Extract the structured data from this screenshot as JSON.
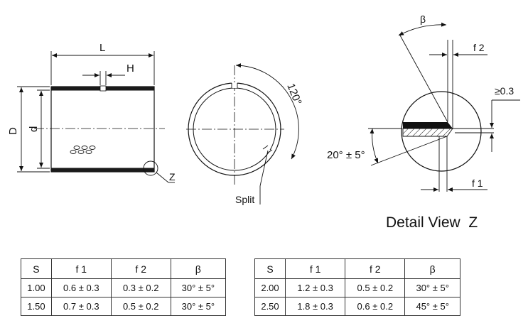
{
  "labels": {
    "L": "L",
    "H": "H",
    "D": "D",
    "d": "d",
    "Z": "Z",
    "angle_120": "120°",
    "split": "Split",
    "beta": "β",
    "f2": "f 2",
    "f1": "f 1",
    "gap": "≥0.3",
    "chamfer_angle": "20° ± 5°",
    "detail_title": "Detail View  Z"
  },
  "tables": [
    {
      "headers": [
        "S",
        "f 1",
        "f 2",
        "β"
      ],
      "rows": [
        [
          "1.00",
          "0.6 ± 0.3",
          "0.3 ± 0.2",
          "30° ± 5°"
        ],
        [
          "1.50",
          "0.7 ± 0.3",
          "0.5 ± 0.2",
          "30° ± 5°"
        ]
      ]
    },
    {
      "headers": [
        "S",
        "f 1",
        "f 2",
        "β"
      ],
      "rows": [
        [
          "2.00",
          "1.2 ± 0.3",
          "0.5 ± 0.2",
          "30° ± 5°"
        ],
        [
          "2.50",
          "1.8 ± 0.3",
          "0.6 ± 0.2",
          "45° ± 5°"
        ]
      ]
    }
  ]
}
